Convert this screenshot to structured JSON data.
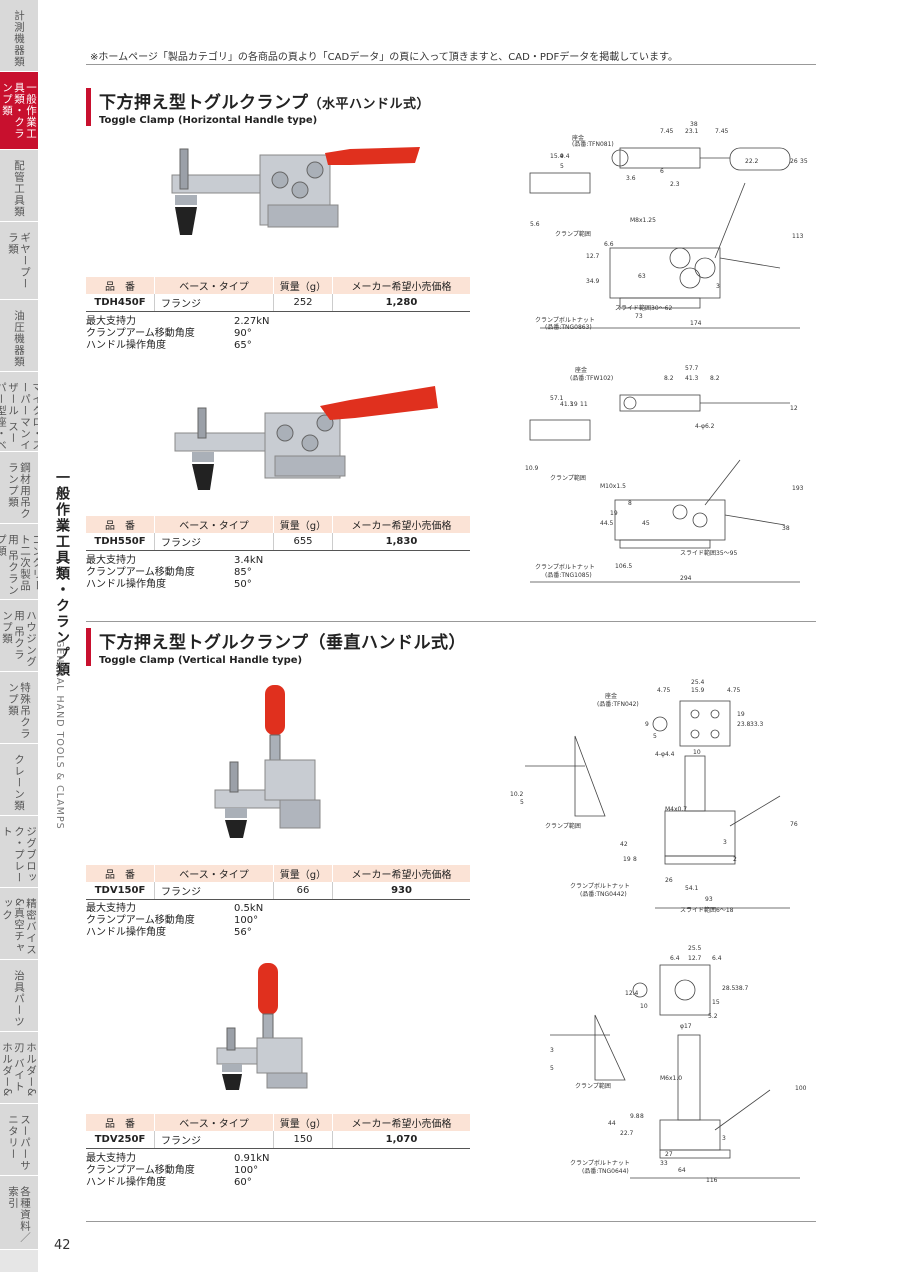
{
  "notice": "※ホームページ「製品カテゴリ」の各商品の頁より「CADデータ」の頁に入って頂きますと、CAD・PDFデータを掲載しています。",
  "sidebar": {
    "tabs": [
      {
        "label": "計測機器類",
        "active": false
      },
      {
        "label": "一般作業工具類・クランプ類",
        "active": true
      },
      {
        "label": "配管工具類",
        "active": false
      },
      {
        "label": "ギヤープーラ類",
        "active": false
      },
      {
        "label": "油圧機器類",
        "active": false
      },
      {
        "label": "マイクロ・スーパーマンイザール スーパー型座・ベ",
        "active": false
      },
      {
        "label": "鋼材用吊クランプ類",
        "active": false
      },
      {
        "label": "コンクリート二次製品用 吊クランプ類",
        "active": false
      },
      {
        "label": "ハウジング用 吊クランプ類",
        "active": false
      },
      {
        "label": "特殊吊クランプ類",
        "active": false
      },
      {
        "label": "クレーン類",
        "active": false
      },
      {
        "label": "ジグブロック・プレート",
        "active": false
      },
      {
        "label": "精密バイス&真空チャック",
        "active": false
      },
      {
        "label": "治具パーツ",
        "active": false
      },
      {
        "label": "ローレットホルダー&刃 バイトホルダー&バイト",
        "active": false
      },
      {
        "label": "スーパーサニタリー",
        "active": false
      },
      {
        "label": "各種資料／索引",
        "active": false
      }
    ],
    "section_jp": "一般作業工具類・クランプ類",
    "section_en": "GENERAL HAND TOOLS & CLAMPS"
  },
  "page_number": "42",
  "section_horizontal": {
    "title_jp": "下方押え型トグルクランプ",
    "title_jp_sub": "（水平ハンドル式）",
    "title_en": "Toggle Clamp (Horizontal Handle type)"
  },
  "section_vertical": {
    "title_jp": "下方押え型トグルクランプ（垂直ハンドル式）",
    "title_en": "Toggle Clamp (Vertical Handle type)"
  },
  "table_headers": [
    "品　番",
    "ベース・タイプ",
    "質量（g）",
    "メーカー希望小売価格"
  ],
  "spec_labels": [
    "最大支持力",
    "クランプアーム移動角度",
    "ハンドル操作角度"
  ],
  "products": [
    {
      "model": "TDH450F",
      "base": "フランジ",
      "mass": "252",
      "price": "1,280",
      "specs": [
        "2.27kN",
        "90°",
        "65°"
      ],
      "drawing": {
        "dims": [
          "38",
          "7.45",
          "23.1",
          "7.45",
          "22.2",
          "26",
          "35",
          "15.4",
          "9.4",
          "5",
          "6",
          "2.3",
          "3.6",
          "5.6",
          "M8x1.25",
          "12.7",
          "34.9",
          "6.6",
          "63",
          "3",
          "113",
          "73",
          "174"
        ],
        "labels": [
          "座金",
          "(品番:TFN081)",
          "クランプ範囲",
          "スライド範囲30～62",
          "クランプボルトナット",
          "(品番:TNG0863)"
        ]
      }
    },
    {
      "model": "TDH550F",
      "base": "フランジ",
      "mass": "655",
      "price": "1,830",
      "specs": [
        "3.4kN",
        "85°",
        "50°"
      ],
      "drawing": {
        "dims": [
          "57.7",
          "8.2",
          "41.3",
          "8.2",
          "57.1",
          "41.3",
          "19",
          "11",
          "12",
          "4-φ6.2",
          "10.9",
          "M10x1.5",
          "8",
          "44.5",
          "19",
          "45",
          "193",
          "38",
          "106.5",
          "294"
        ],
        "labels": [
          "座金",
          "(品番:TFW102)",
          "クランプ範囲",
          "スライド範囲35～95",
          "クランプボルトナット",
          "(品番:TNG1085)"
        ]
      }
    },
    {
      "model": "TDV150F",
      "base": "フランジ",
      "mass": "66",
      "price": "930",
      "specs": [
        "0.5kN",
        "100°",
        "56°"
      ],
      "drawing": {
        "dims": [
          "25.4",
          "4.75",
          "15.9",
          "4.75",
          "9",
          "5",
          "19",
          "23.8",
          "33.3",
          "4-φ4.4",
          "10",
          "10.2",
          "5",
          "M4x0.7",
          "42",
          "19",
          "8",
          "3",
          "2",
          "76",
          "26",
          "54.1",
          "93"
        ],
        "labels": [
          "座金",
          "(品番:TFN042)",
          "クランプ範囲",
          "クランプボルトナット",
          "(品番:TNG0442)",
          "スライド範囲6～18"
        ]
      }
    },
    {
      "model": "TDV250F",
      "base": "フランジ",
      "mass": "150",
      "price": "1,070",
      "specs": [
        "0.91kN",
        "100°",
        "60°"
      ],
      "drawing": {
        "dims": [
          "25.5",
          "6.4",
          "12.7",
          "6.4",
          "12.4",
          "10",
          "28.5",
          "38.7",
          "15",
          "5.2",
          "φ17",
          "3",
          "5",
          "M6x1.0",
          "44",
          "22.7",
          "9.8",
          "8",
          "3",
          "100",
          "27",
          "33",
          "64",
          "116"
        ],
        "labels": [
          "クランプ範囲",
          "クランプボルトナット",
          "(品番:TNG0644)"
        ]
      }
    }
  ],
  "colors": {
    "accent": "#c8102e",
    "table_header": "#fbe3d6",
    "handle": "#e0301e"
  }
}
